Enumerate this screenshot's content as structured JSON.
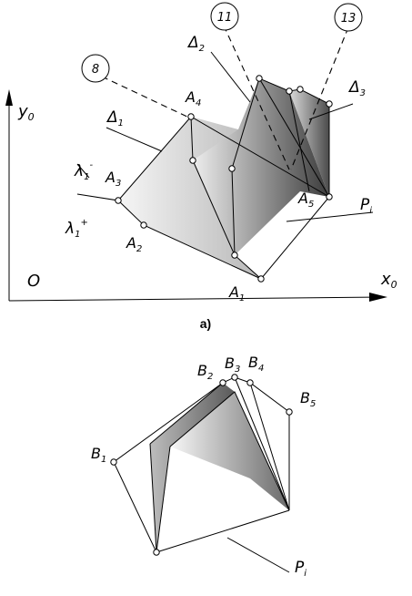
{
  "figure_a": {
    "caption": "a)",
    "axis_y": "y",
    "axis_y_sub": "0",
    "axis_x": "x",
    "axis_x_sub": "0",
    "origin": "O",
    "lambda_minus": "λ",
    "lambda_minus_sub": "1",
    "lambda_minus_sup": "-",
    "lambda_plus": "λ",
    "lambda_plus_sub": "1",
    "lambda_plus_sup": "+",
    "delta1": "Δ",
    "delta1_sub": "1",
    "delta2": "Δ",
    "delta2_sub": "2",
    "delta3": "Δ",
    "delta3_sub": "3",
    "plane": "P",
    "plane_sub": "i",
    "circles": [
      "8",
      "11",
      "13"
    ],
    "points": [
      {
        "name": "A",
        "sub": "1"
      },
      {
        "name": "A",
        "sub": "2"
      },
      {
        "name": "A",
        "sub": "3"
      },
      {
        "name": "A",
        "sub": "4"
      },
      {
        "name": "A",
        "sub": "5"
      }
    ]
  },
  "figure_b": {
    "plane": "P",
    "plane_sub": "i",
    "points": [
      {
        "name": "B",
        "sub": "1"
      },
      {
        "name": "B",
        "sub": "2"
      },
      {
        "name": "B",
        "sub": "3"
      },
      {
        "name": "B",
        "sub": "4"
      },
      {
        "name": "B",
        "sub": "5"
      }
    ]
  },
  "colors": {
    "ink": "#000000",
    "shade_dark": "#555555",
    "shade_light": "#f4f4f4"
  }
}
